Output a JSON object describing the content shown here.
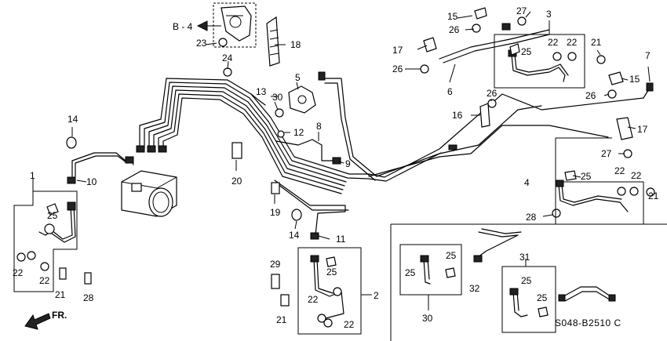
{
  "diagram": {
    "code": "S048-B2510 C",
    "ref_left": "B - 4",
    "direction": "FR.",
    "callouts": [
      {
        "id": "c1",
        "text": "1"
      },
      {
        "id": "c2",
        "text": "2"
      },
      {
        "id": "c3",
        "text": "3"
      },
      {
        "id": "c4",
        "text": "4"
      },
      {
        "id": "c5",
        "text": "5"
      },
      {
        "id": "c6",
        "text": "6"
      },
      {
        "id": "c7",
        "text": "7"
      },
      {
        "id": "c8",
        "text": "8"
      },
      {
        "id": "c9",
        "text": "9"
      },
      {
        "id": "c10",
        "text": "10"
      },
      {
        "id": "c11",
        "text": "11"
      },
      {
        "id": "c12",
        "text": "12"
      },
      {
        "id": "c13",
        "text": "13"
      },
      {
        "id": "c14a",
        "text": "14"
      },
      {
        "id": "c14b",
        "text": "14"
      },
      {
        "id": "c15a",
        "text": "15"
      },
      {
        "id": "c15b",
        "text": "15"
      },
      {
        "id": "c16",
        "text": "16"
      },
      {
        "id": "c17a",
        "text": "17"
      },
      {
        "id": "c17b",
        "text": "17"
      },
      {
        "id": "c18",
        "text": "18"
      },
      {
        "id": "c19",
        "text": "19"
      },
      {
        "id": "c20",
        "text": "20"
      },
      {
        "id": "c21a",
        "text": "21"
      },
      {
        "id": "c21b",
        "text": "21"
      },
      {
        "id": "c21c",
        "text": "21"
      },
      {
        "id": "c21d",
        "text": "21"
      },
      {
        "id": "c22a",
        "text": "22"
      },
      {
        "id": "c22b",
        "text": "22"
      },
      {
        "id": "c22c",
        "text": "22"
      },
      {
        "id": "c22d",
        "text": "22"
      },
      {
        "id": "c22e",
        "text": "22"
      },
      {
        "id": "c22f",
        "text": "22"
      },
      {
        "id": "c22g",
        "text": "22"
      },
      {
        "id": "c22h",
        "text": "22"
      },
      {
        "id": "c23",
        "text": "23"
      },
      {
        "id": "c24",
        "text": "24"
      },
      {
        "id": "c25a",
        "text": "25"
      },
      {
        "id": "c25b",
        "text": "25"
      },
      {
        "id": "c25c",
        "text": "25"
      },
      {
        "id": "c25d",
        "text": "25"
      },
      {
        "id": "c25e",
        "text": "25"
      },
      {
        "id": "c25f",
        "text": "25"
      },
      {
        "id": "c25g",
        "text": "25"
      },
      {
        "id": "c25h",
        "text": "25"
      },
      {
        "id": "c26a",
        "text": "26"
      },
      {
        "id": "c26b",
        "text": "26"
      },
      {
        "id": "c26c",
        "text": "26"
      },
      {
        "id": "c26d",
        "text": "26"
      },
      {
        "id": "c27a",
        "text": "27"
      },
      {
        "id": "c27b",
        "text": "27"
      },
      {
        "id": "c28a",
        "text": "28"
      },
      {
        "id": "c28b",
        "text": "28"
      },
      {
        "id": "c29",
        "text": "29"
      },
      {
        "id": "c30a",
        "text": "30"
      },
      {
        "id": "c30b",
        "text": "30"
      },
      {
        "id": "c31",
        "text": "31"
      },
      {
        "id": "c32",
        "text": "32"
      }
    ]
  }
}
